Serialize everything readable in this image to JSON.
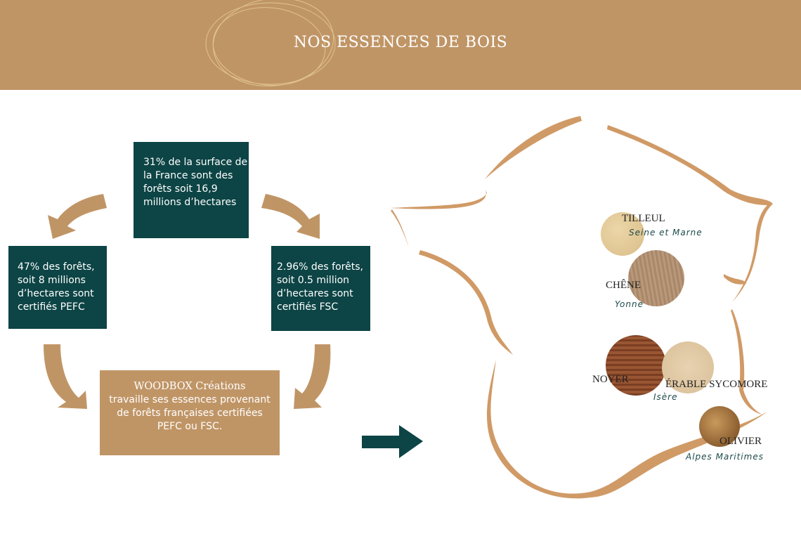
{
  "header": {
    "title": "NOS ESSENCES DE BOIS"
  },
  "diagram": {
    "top": "31% de la surface de la France sont des forêts soit 16,9 millions d’hectares",
    "left": "47% des forêts, soit 8 millions d’hectares sont certifiés PEFC",
    "right": "2.96% des forêts, soit 0.5 million d’hectares sont certifiés FSC",
    "bottom_title": "WOODBOX Créations",
    "bottom_text": "travaille ses essences provenant de forêts françaises certifiées PEFC ou FSC."
  },
  "woods": [
    {
      "name": "TILLEUL",
      "region": "Seine et Marne"
    },
    {
      "name": "CHÊNE",
      "region": "Yonne"
    },
    {
      "name": "NOYER",
      "region": ""
    },
    {
      "name": "ÉRABLE SYCOMORE",
      "region": "Isère"
    },
    {
      "name": "OLIVIER",
      "region": "Alpes Maritimes"
    }
  ],
  "colors": {
    "header": "#c09566",
    "teal": "#0d4445",
    "map": "#d09a66"
  }
}
